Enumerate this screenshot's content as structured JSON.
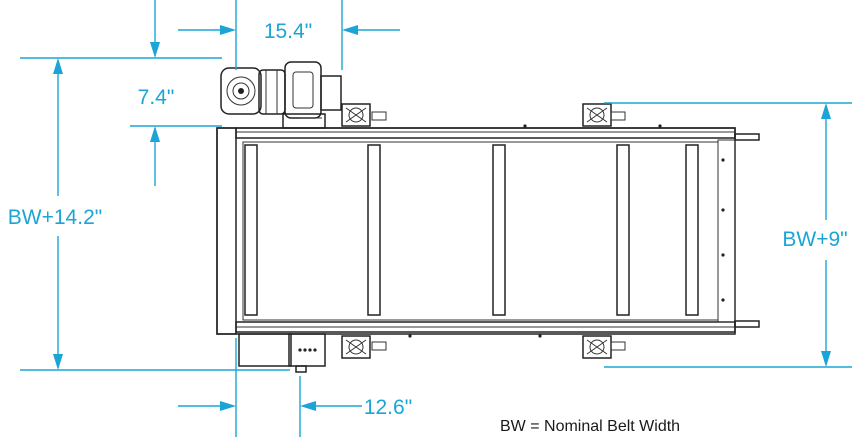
{
  "dimensions": {
    "motor_width": "15.4\"",
    "motor_offset": "7.4\"",
    "overall_width": "BW+14.2\"",
    "support_width": "BW+9\"",
    "drive_offset": "12.6\""
  },
  "note": "BW = Nominal Belt Width",
  "colors": {
    "dimension": "#1ba5d6",
    "line": "#222222"
  }
}
